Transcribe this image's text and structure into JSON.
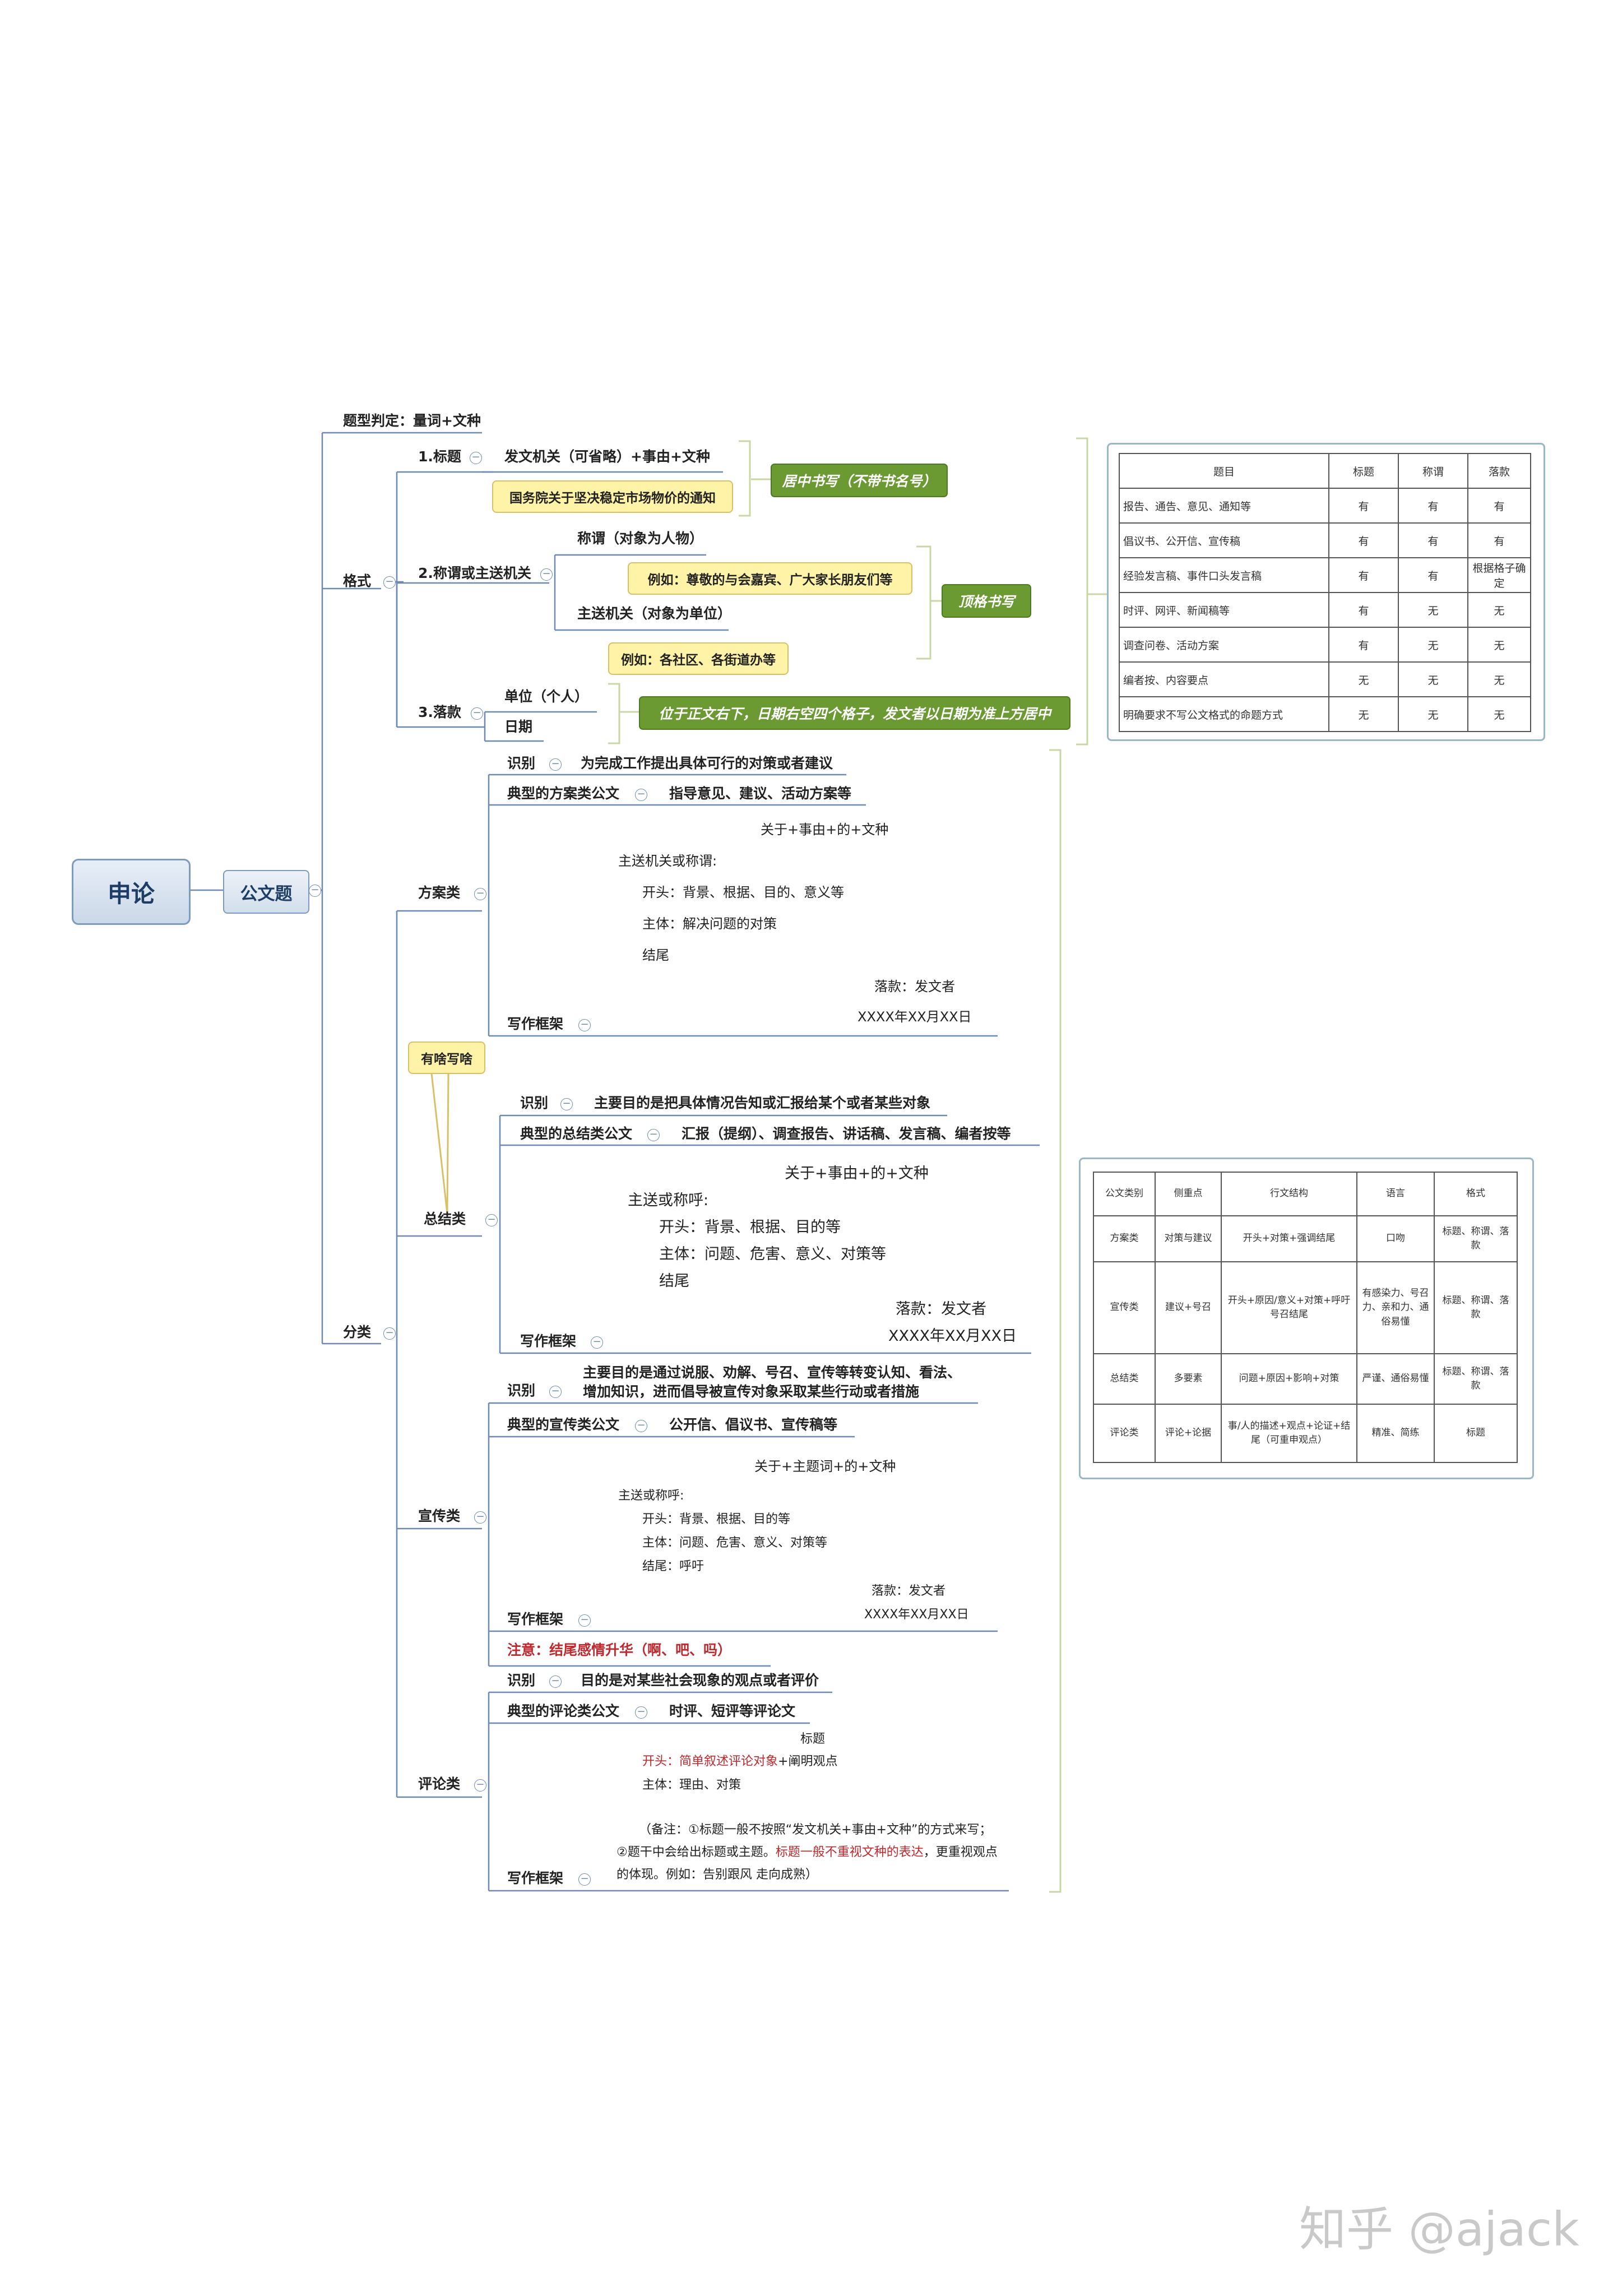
{
  "root": "申论",
  "main": "公文题",
  "type_judge": "题型判定：量词+文种",
  "format": {
    "label": "格式",
    "title": {
      "label": "1.标题",
      "formula": "发文机关（可省略）+事由+文种",
      "example": "国务院关于坚决稳定市场物价的通知",
      "note": "居中书写（不带书名号）"
    },
    "salutation": {
      "label": "2.称谓或主送机关",
      "sub1": "称谓（对象为人物）",
      "example1": "例如：尊敬的与会嘉宾、广大家长朋友们等",
      "sub2": "主送机关（对象为单位）",
      "example2": "例如：各社区、各街道办等",
      "note": "顶格书写"
    },
    "signature": {
      "label": "3.落款",
      "sub1": "单位（个人）",
      "sub2": "日期",
      "note": "位于正文右下，日期右空四个格子，发文者以日期为准上方居中"
    }
  },
  "category": {
    "label": "分类",
    "what_to_write": "有啥写啥",
    "common": {
      "identify": "识别",
      "frame": "写作框架",
      "sign": "落款：发文者",
      "date": "XXXX年XX月XX日"
    },
    "plan": {
      "label": "方案类",
      "identify_text": "为完成工作提出具体可行的对策或者建议",
      "typical": "典型的方案类公文",
      "typical_text": "指导意见、建议、活动方案等",
      "frame": {
        "title": "关于+事由+的+文种",
        "to": "主送机关或称谓:",
        "open": "开头：背景、根据、目的、意义等",
        "body": "主体：解决问题的对策",
        "end": "结尾"
      }
    },
    "summary": {
      "label": "总结类",
      "identify_text": "主要目的是把具体情况告知或汇报给某个或者某些对象",
      "typical": "典型的总结类公文",
      "typical_text": "汇报（提纲）、调查报告、讲话稿、发言稿、编者按等",
      "frame": {
        "title": "关于+事由+的+文种",
        "to": "主送或称呼:",
        "open": "开头：背景、根据、目的等",
        "body": "主体：问题、危害、意义、对策等",
        "end": "结尾"
      }
    },
    "promo": {
      "label": "宣传类",
      "identify_text_1": "主要目的是通过说服、劝解、号召、宣传等转变认知、看法、",
      "identify_text_2": "增加知识，进而倡导被宣传对象采取某些行动或者措施",
      "typical": "典型的宣传类公文",
      "typical_text": "公开信、倡议书、宣传稿等",
      "frame": {
        "title": "关于+主题词+的+文种",
        "to": "主送或称呼:",
        "open": "开头：背景、根据、目的等",
        "body": "主体：问题、危害、意义、对策等",
        "end": "结尾：呼吁"
      },
      "caution": "注意：结尾感情升华（啊、吧、吗）"
    },
    "comment": {
      "label": "评论类",
      "identify_text": "目的是对某些社会现象的观点或者评价",
      "typical": "典型的评论类公文",
      "typical_text": "时评、短评等评论文",
      "frame": {
        "title": "标题",
        "open_a": "开头：",
        "open_red": "简单叙述评论对象",
        "open_b": "+阐明观点",
        "body": "主体：理由、对策",
        "remark_1": "（备注：①标题一般不按照“发文机关+事由+文种”的方式来写；",
        "remark_2a": "②题干中会给出标题或主题。",
        "remark_2red": "标题一般不重视文种的表达",
        "remark_2b": "，更重视观点",
        "remark_3": "的体现。例如：告别跟风 走向成熟）"
      }
    }
  },
  "table_format": {
    "headers": [
      "题目",
      "标题",
      "称谓",
      "落款"
    ],
    "rows": [
      [
        "报告、通告、意见、通知等",
        "有",
        "有",
        "有"
      ],
      [
        "倡议书、公开信、宣传稿",
        "有",
        "有",
        "有"
      ],
      [
        "经验发言稿、事件口头发言稿",
        "有",
        "有",
        "根据格子确定"
      ],
      [
        "时评、网评、新闻稿等",
        "有",
        "无",
        "无"
      ],
      [
        "调查问卷、活动方案",
        "有",
        "无",
        "无"
      ],
      [
        "编者按、内容要点",
        "无",
        "无",
        "无"
      ],
      [
        "明确要求不写公文格式的命题方式",
        "无",
        "无",
        "无"
      ]
    ]
  },
  "table_types": {
    "headers": [
      "公文类别",
      "侧重点",
      "行文结构",
      "语言",
      "格式"
    ],
    "rows": [
      [
        "方案类",
        "对策与建议",
        "开头+对策+强调结尾",
        "口吻",
        "标题、称谓、落款"
      ],
      [
        "宣传类",
        "建议+号召",
        "开头+原因/意义+对策+呼吁号召结尾",
        "有感染力、号召力、亲和力、通俗易懂",
        "标题、称谓、落款"
      ],
      [
        "总结类",
        "多要素",
        "问题+原因+影响+对策",
        "严谨、通俗易懂",
        "标题、称谓、落款"
      ],
      [
        "评论类",
        "评论+论据",
        "事/人的描述+观点+论证+结尾（可重申观点）",
        "精准、简练",
        "标题"
      ]
    ]
  },
  "watermark": "知乎 @ajack",
  "colors": {
    "branch": "#6d8bb0",
    "note_yellow": "#fff3a8",
    "note_green": "#6c9a32",
    "red": "#c0282d"
  }
}
